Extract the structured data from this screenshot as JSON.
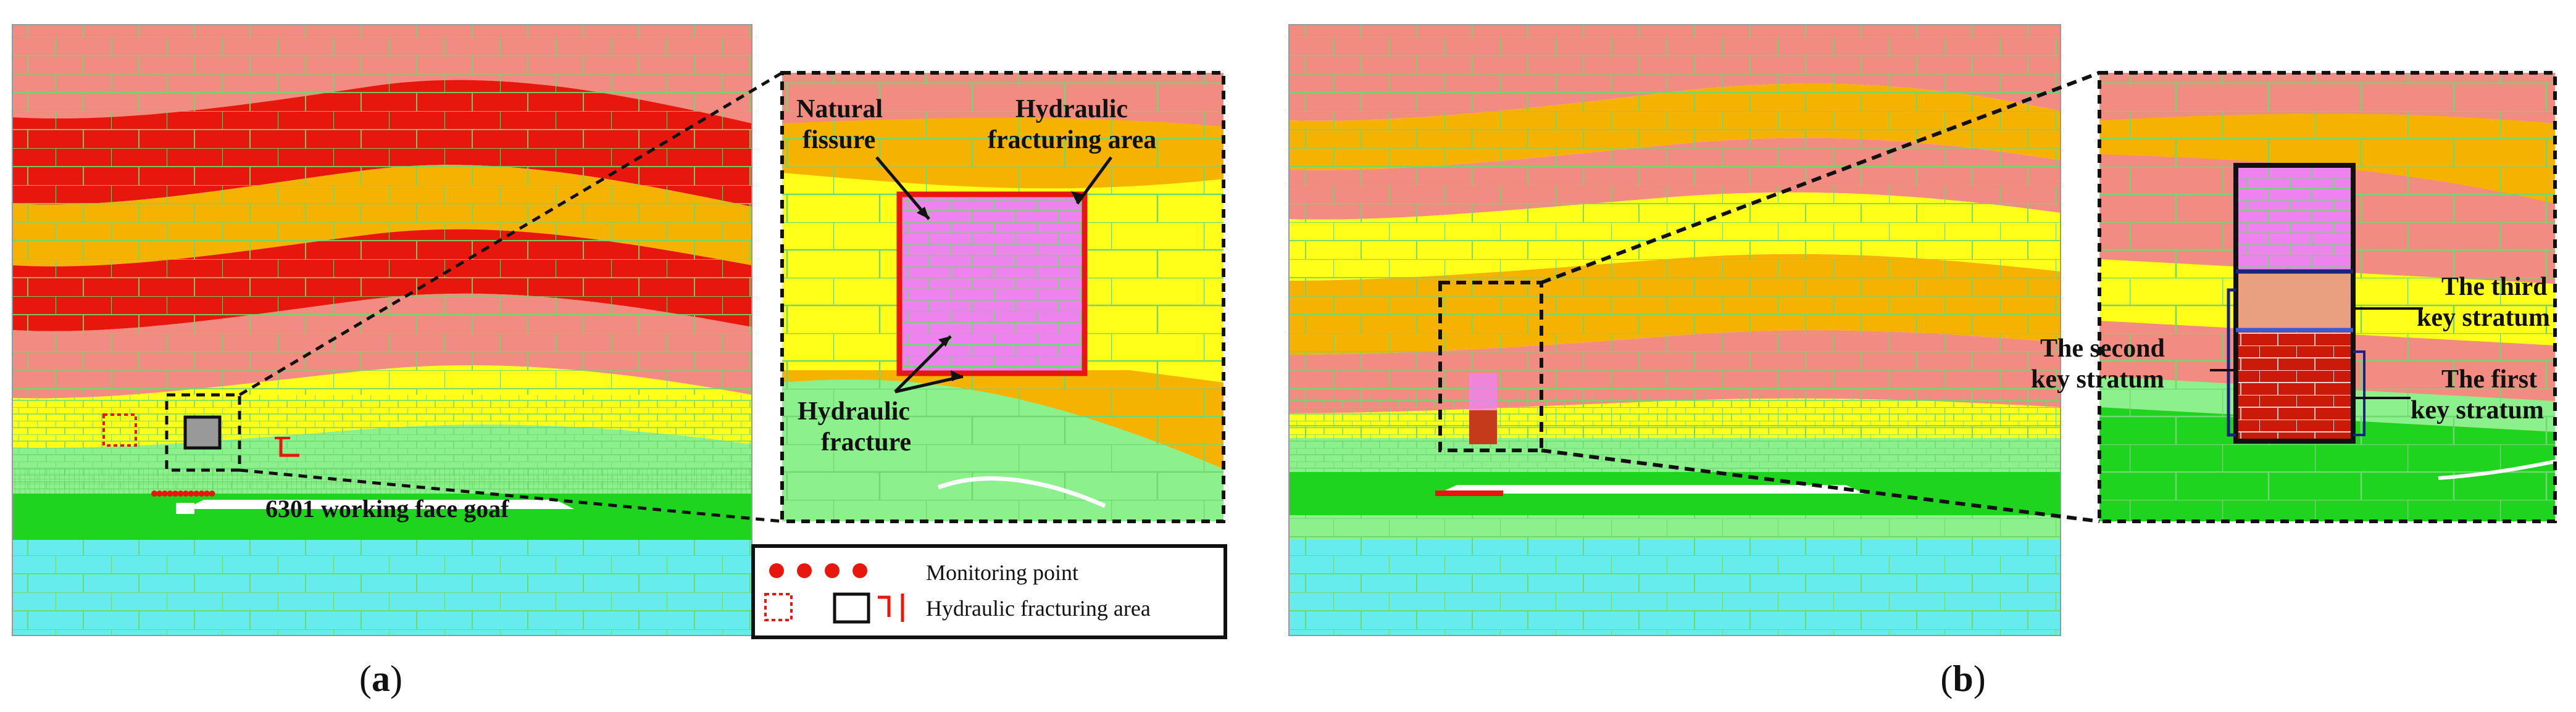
{
  "figure_a": {
    "caption_open": "(",
    "caption_letter": "a",
    "caption_close": ")",
    "goaf_label": "6301 working face goaf",
    "inset_labels": {
      "natural_fissure_1": "Natural",
      "natural_fissure_2": "fissure",
      "hydraulic_area_1": "Hydraulic",
      "hydraulic_area_2": "fracturing area",
      "hydraulic_fracture_1": "Hydraulic",
      "hydraulic_fracture_2": "fracture"
    },
    "legend": {
      "monitoring_point": "Monitoring point",
      "hydraulic_area": "Hydraulic fracturing area"
    }
  },
  "figure_b": {
    "caption_open": "(",
    "caption_letter": "b",
    "caption_close": ")",
    "inset_labels": {
      "third_key_1": "The third",
      "third_key_2": "key stratum",
      "second_key_1": "The second",
      "second_key_2": "key stratum",
      "first_key_1": "The first",
      "first_key_2": "key stratum"
    }
  },
  "colors": {
    "salmon": "#f28b82",
    "red": "#e8170e",
    "orange": "#f5b300",
    "yellow": "#ffff1a",
    "light_green": "#8cf08c",
    "green": "#1ed41e",
    "cyan": "#66ecec",
    "pink": "#ee82ee",
    "grid": "#6fd86f"
  }
}
